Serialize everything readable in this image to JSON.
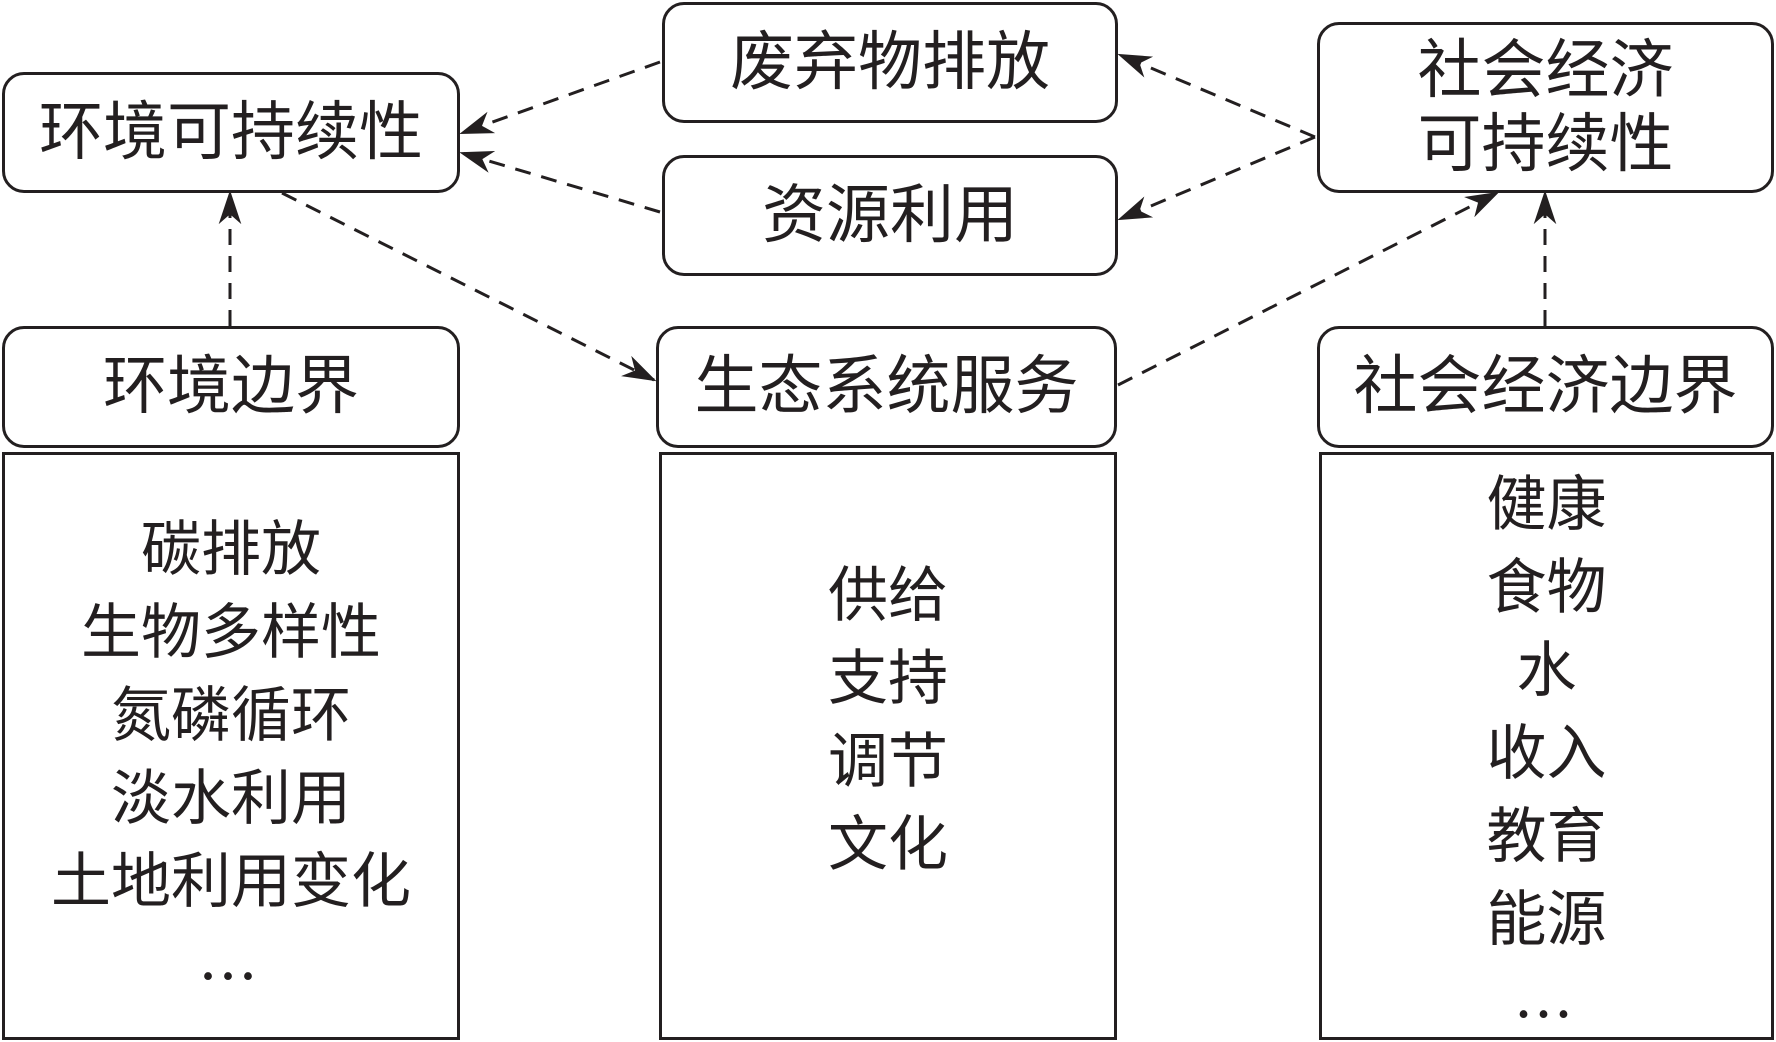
{
  "nodes": {
    "env_sustainability": "环境可持续性",
    "waste_emission": "废弃物排放",
    "resource_use": "资源利用",
    "socio_sustainability": "社会经济\n可持续性",
    "env_boundary": "环境边界",
    "ecosystem_services": "生态系统服务",
    "socio_boundary": "社会经济边界"
  },
  "env_boundary_items": [
    "碳排放",
    "生物多样性",
    "氮磷循环",
    "淡水利用",
    "土地利用变化",
    "…"
  ],
  "ecosystem_items": [
    "供给",
    "支持",
    "调节",
    "文化"
  ],
  "socio_boundary_items": [
    "健康",
    "食物",
    "水",
    "收入",
    "教育",
    "能源",
    "…"
  ],
  "colors": {
    "line": "#231f20",
    "background": "#ffffff"
  }
}
